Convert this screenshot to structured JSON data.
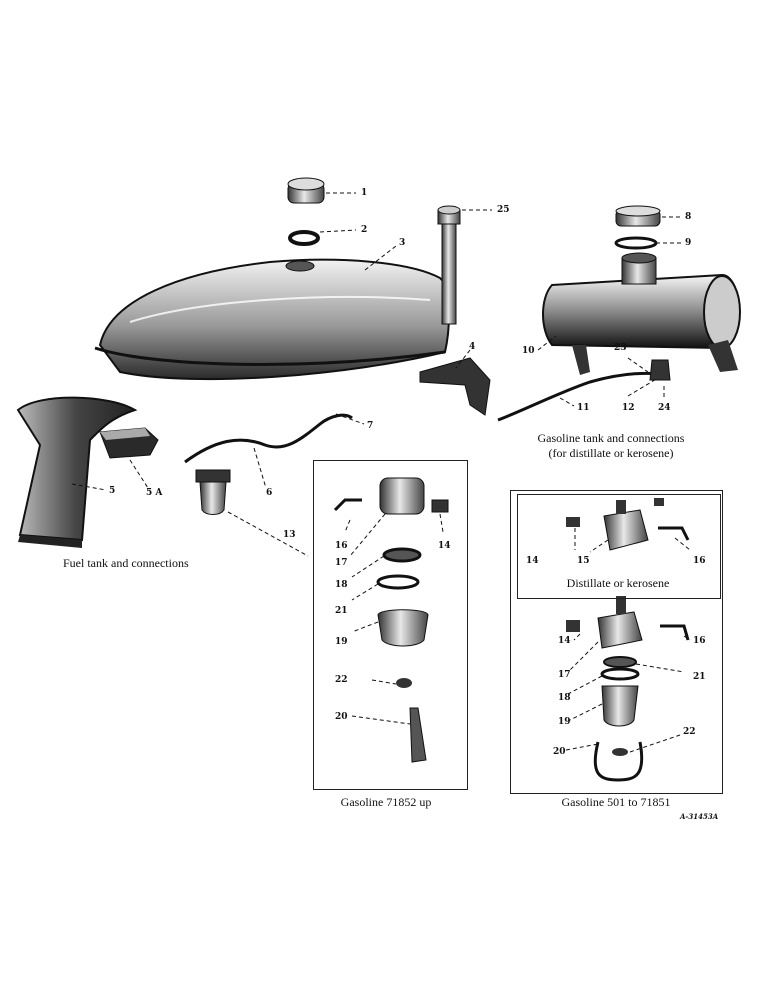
{
  "captions": {
    "fuel_tank": "Fuel tank and connections",
    "gasoline_tank_line1": "Gasoline tank and connections",
    "gasoline_tank_line2": "(for distillate or kerosene)",
    "distillate_box": "Distillate or kerosene",
    "gasoline_71852": "Gasoline 71852 up",
    "gasoline_501": "Gasoline 501 to 71851"
  },
  "drawing_ref": "A-31453A",
  "callouts": {
    "c1": "1",
    "c2": "2",
    "c3": "3",
    "c4": "4",
    "c5": "5",
    "c5a": "5 A",
    "c6": "6",
    "c7": "7",
    "c8": "8",
    "c9": "9",
    "c10": "10",
    "c11": "11",
    "c12": "12",
    "c13": "13",
    "c25": "25",
    "c23": "23",
    "c24": "24",
    "b1_16a": "16",
    "b1_14": "14",
    "b1_17": "17",
    "b1_18": "18",
    "b1_21": "21",
    "b1_19": "19",
    "b1_22": "22",
    "b1_20": "20",
    "b2_14": "14",
    "b2_15": "15",
    "b2_16": "16",
    "b3_14": "14",
    "b3_16": "16",
    "b3_17": "17",
    "b3_21": "21",
    "b3_18": "18",
    "b3_19": "19",
    "b3_20": "20",
    "b3_22": "22"
  }
}
